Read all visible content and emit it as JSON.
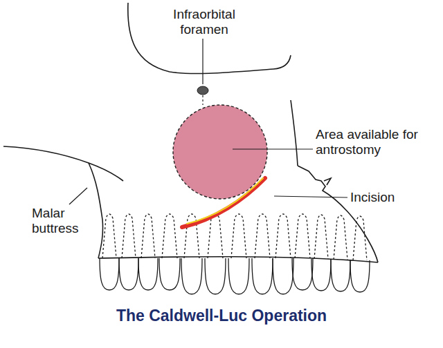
{
  "diagram": {
    "title": "The Caldwell-Luc Operation",
    "labels": [
      "Infraorbital foramen",
      "Area available for antrostomy",
      "Incision",
      "Malar buttress"
    ]
  }
}
